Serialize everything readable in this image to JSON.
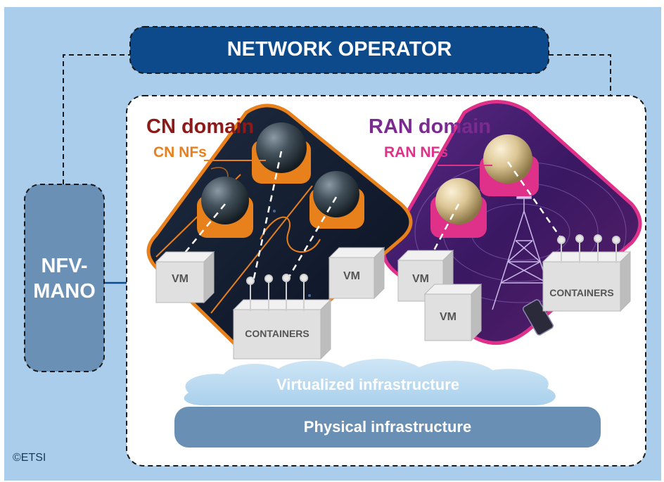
{
  "operator": {
    "label": "NETWORK OPERATOR"
  },
  "mano": {
    "line1": "NFV-",
    "line2": "MANO"
  },
  "cn": {
    "title": "CN domain",
    "nfs": "CN NFs"
  },
  "ran": {
    "title": "RAN domain",
    "nfs": "RAN NFs"
  },
  "boxes": {
    "vm": "VM",
    "containers": "CONTAINERS"
  },
  "infra": {
    "virtualized": "Virtualized infrastructure",
    "physical": "Physical infrastructure"
  },
  "copyright": "©ETSI",
  "colors": {
    "background": "#a9cdea",
    "operator": "#0d4a8c",
    "mano": "#6a90b6",
    "cn_title": "#8b1a1a",
    "cn_accent": "#e8801c",
    "ran_title": "#7b2a90",
    "ran_accent": "#e0318a",
    "physical": "#6a8fb5",
    "cloud": "#b8daf1"
  }
}
